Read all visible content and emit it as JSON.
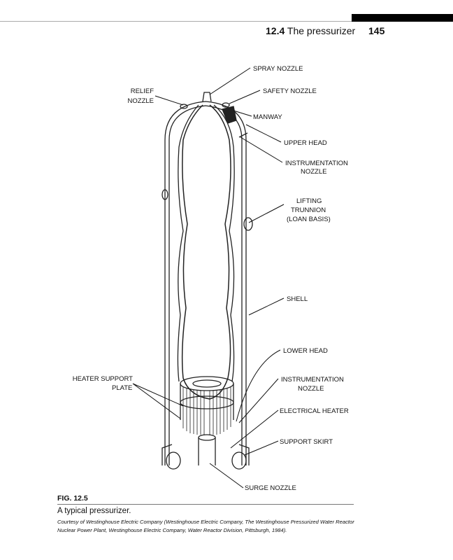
{
  "header": {
    "section_number": "12.4",
    "section_title": "The pressurizer",
    "page_number": "145"
  },
  "figure": {
    "labels": {
      "spray_nozzle": "SPRAY NOZZLE",
      "relief_nozzle_1": "RELIEF",
      "relief_nozzle_2": "NOZZLE",
      "safety_nozzle": "SAFETY NOZZLE",
      "manway": "MANWAY",
      "upper_head": "UPPER HEAD",
      "instr_upper_1": "INSTRUMENTATION",
      "instr_upper_2": "NOZZLE",
      "trunnion_1": "LIFTING",
      "trunnion_2": "TRUNNION",
      "trunnion_3": "(LOAN BASIS)",
      "shell": "SHELL",
      "lower_head": "LOWER HEAD",
      "heater_plate_1": "HEATER SUPPORT",
      "heater_plate_2": "PLATE",
      "instr_lower_1": "INSTRUMENTATION",
      "instr_lower_2": "NOZZLE",
      "electrical_heater": "ELECTRICAL HEATER",
      "support_skirt": "SUPPORT SKIRT",
      "surge_nozzle": "SURGE NOZZLE"
    },
    "number": "FIG. 12.5",
    "caption": "A typical pressurizer.",
    "credit": "Courtesy of Westinghouse Electric Company (Westinghouse Electric Company, The Westinghouse Pressurized Water Reactor Nuclear Power Plant, Westinghouse Electric Company, Water Reactor Division, Pittsburgh, 1984)."
  }
}
